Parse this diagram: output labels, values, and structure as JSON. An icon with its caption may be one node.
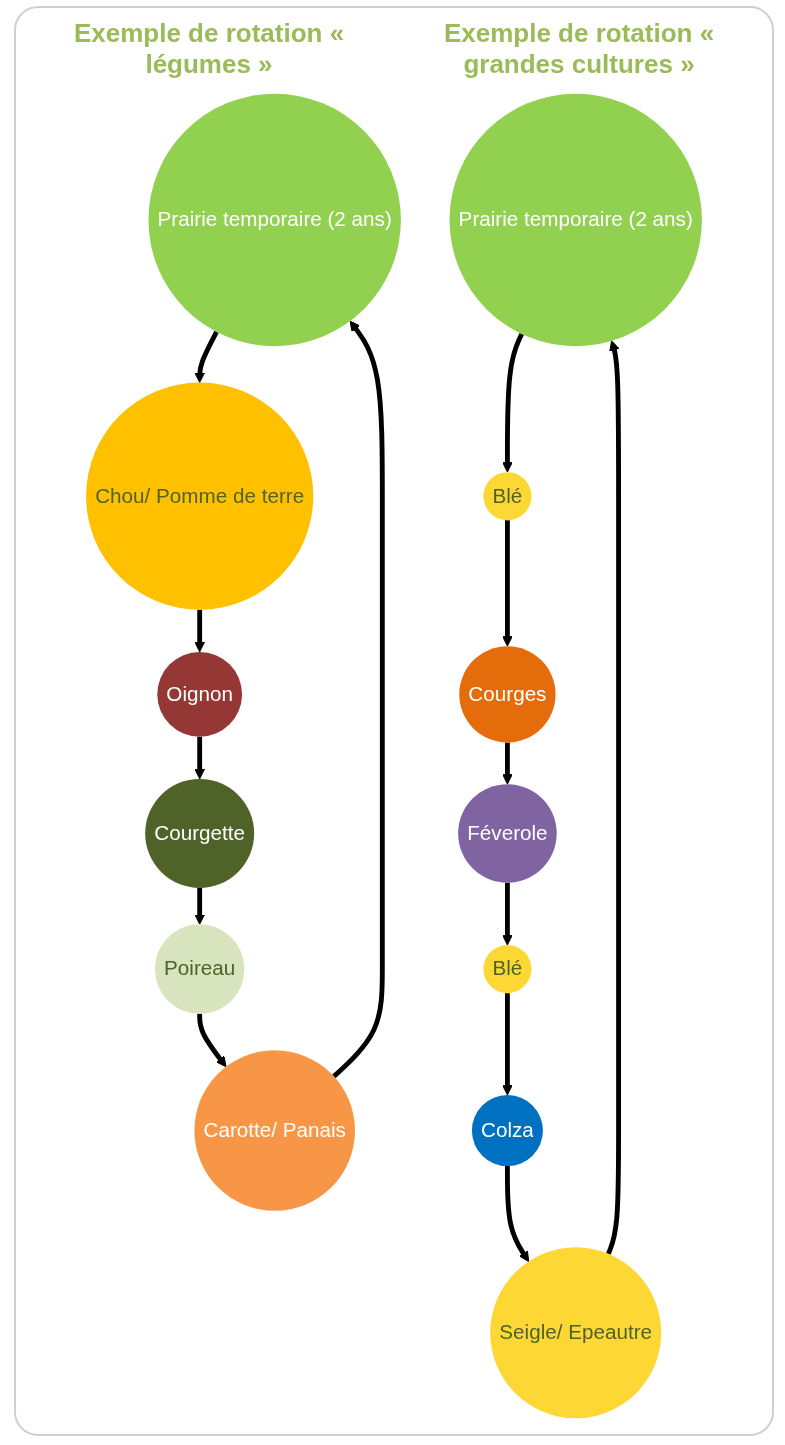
{
  "diagram": {
    "nodes": [
      {
        "text": [
          "Prairie temporaire (2 ans)"
        ]
      },
      {
        "text": [
          "Chou/ Pomme de terre"
        ]
      },
      {
        "text": [
          "Oignon"
        ]
      },
      {
        "text": [
          "Courgette"
        ]
      },
      {
        "text": [
          "Poireau"
        ]
      },
      {
        "text": [
          "Carotte/ Panais"
        ]
      },
      {
        "text": [
          "Prairie temporaire (2 ans)"
        ]
      },
      {
        "text": [
          "Blé"
        ]
      },
      {
        "text": [
          "Courges"
        ]
      },
      {
        "text": [
          "Féverole"
        ]
      },
      {
        "text": [
          "Blé"
        ]
      },
      {
        "text": [
          "Colza"
        ]
      },
      {
        "text": [
          "Seigle/ Epeautre"
        ]
      }
    ],
    "edges": [
      {
        "from": 0,
        "to": 1,
        "arrow": "to"
      },
      {
        "from": 1,
        "to": 2,
        "arrow": "to"
      },
      {
        "from": 2,
        "to": 3,
        "arrow": "to"
      },
      {
        "from": 3,
        "to": 4,
        "arrow": "to"
      },
      {
        "from": 4,
        "to": 5,
        "arrow": "to"
      },
      {
        "from": 5,
        "to": 0,
        "arrow": "to"
      },
      {
        "from": 6,
        "to": 7,
        "arrow": "to"
      },
      {
        "from": 7,
        "to": 8,
        "arrow": "to"
      },
      {
        "from": 8,
        "to": 9,
        "arrow": "to"
      },
      {
        "from": 9,
        "to": 10,
        "arrow": "to"
      },
      {
        "from": 10,
        "to": 11,
        "arrow": "to"
      },
      {
        "from": 11,
        "to": 12,
        "arrow": "to"
      },
      {
        "from": 12,
        "to": 6,
        "arrow": "to"
      }
    ],
    "labels": [
      "Exemple de rotation « légumes »",
      "Exemple de rotation « grandes cultures »"
    ]
  }
}
